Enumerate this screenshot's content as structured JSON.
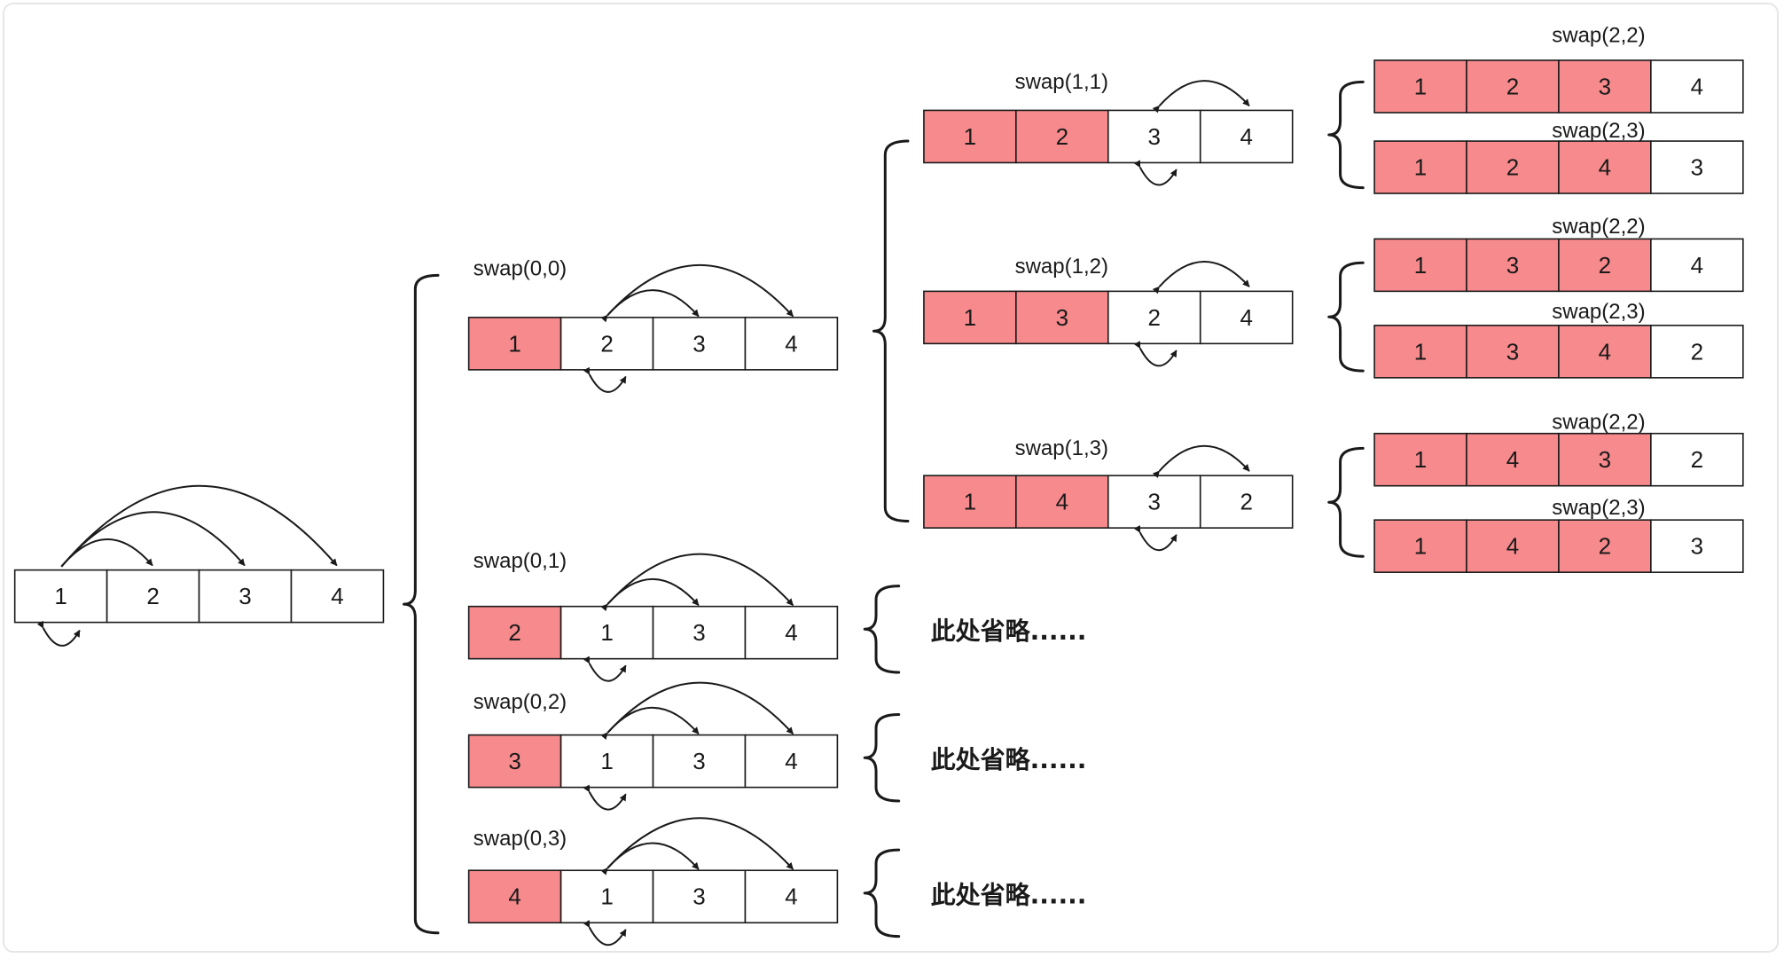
{
  "colors": {
    "highlight": "#f68a8d",
    "plain": "#ffffff",
    "stroke": "#1a1a1a"
  },
  "root": {
    "cells": [
      "1",
      "2",
      "3",
      "4"
    ],
    "fixed": 0
  },
  "level1": [
    {
      "label": "swap(0,0)",
      "cells": [
        "1",
        "2",
        "3",
        "4"
      ],
      "fixed": 1
    },
    {
      "label": "swap(0,1)",
      "cells": [
        "2",
        "1",
        "3",
        "4"
      ],
      "fixed": 1,
      "note": "此处省略......"
    },
    {
      "label": "swap(0,2)",
      "cells": [
        "3",
        "1",
        "3",
        "4"
      ],
      "fixed": 1,
      "note": "此处省略......"
    },
    {
      "label": "swap(0,3)",
      "cells": [
        "4",
        "1",
        "3",
        "4"
      ],
      "fixed": 1,
      "note": "此处省略......"
    }
  ],
  "level2": [
    {
      "label": "swap(1,1)",
      "cells": [
        "1",
        "2",
        "3",
        "4"
      ],
      "fixed": 2
    },
    {
      "label": "swap(1,2)",
      "cells": [
        "1",
        "3",
        "2",
        "4"
      ],
      "fixed": 2
    },
    {
      "label": "swap(1,3)",
      "cells": [
        "1",
        "4",
        "3",
        "2"
      ],
      "fixed": 2
    }
  ],
  "level3": [
    {
      "label": "swap(2,2)",
      "cells": [
        "1",
        "2",
        "3",
        "4"
      ],
      "fixed": 3
    },
    {
      "label": "swap(2,3)",
      "cells": [
        "1",
        "2",
        "4",
        "3"
      ],
      "fixed": 3
    },
    {
      "label": "swap(2,2)",
      "cells": [
        "1",
        "3",
        "2",
        "4"
      ],
      "fixed": 3
    },
    {
      "label": "swap(2,3)",
      "cells": [
        "1",
        "3",
        "4",
        "2"
      ],
      "fixed": 3
    },
    {
      "label": "swap(2,2)",
      "cells": [
        "1",
        "4",
        "3",
        "2"
      ],
      "fixed": 3
    },
    {
      "label": "swap(2,3)",
      "cells": [
        "1",
        "4",
        "2",
        "3"
      ],
      "fixed": 3
    }
  ]
}
